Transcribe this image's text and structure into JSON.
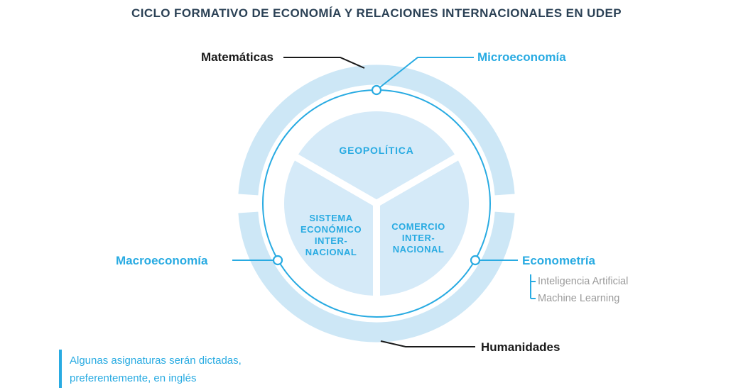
{
  "title": "CICLO FORMATIVO DE ECONOMÍA Y RELACIONES INTERNACIONALES EN UDEP",
  "labels": {
    "matematicas": "Matemáticas",
    "microeconomia": "Microeconomía",
    "macroeconomia": "Macroeconomía",
    "econometria": "Econometría",
    "humanidades": "Humanidades"
  },
  "econometria_subitems": [
    "Inteligencia Artificial",
    "Machine Learning"
  ],
  "sectors": {
    "geopolitica": "GEOPOLÍTICA",
    "sistema": "SISTEMA\nECONÓMICO\nINTER-\nNACIONAL",
    "comercio": "COMERCIO\nINTER-\nNACIONAL"
  },
  "note": {
    "line1": "Algunas asignaturas serán dictadas,",
    "line2": "preferentemente, en inglés"
  },
  "colors": {
    "accent": "#29abe2",
    "ring": "#cde7f6",
    "sector": "#d5eaf8",
    "dark": "#1a1a1a",
    "gray": "#9b9b9b",
    "title": "#2b4155"
  }
}
